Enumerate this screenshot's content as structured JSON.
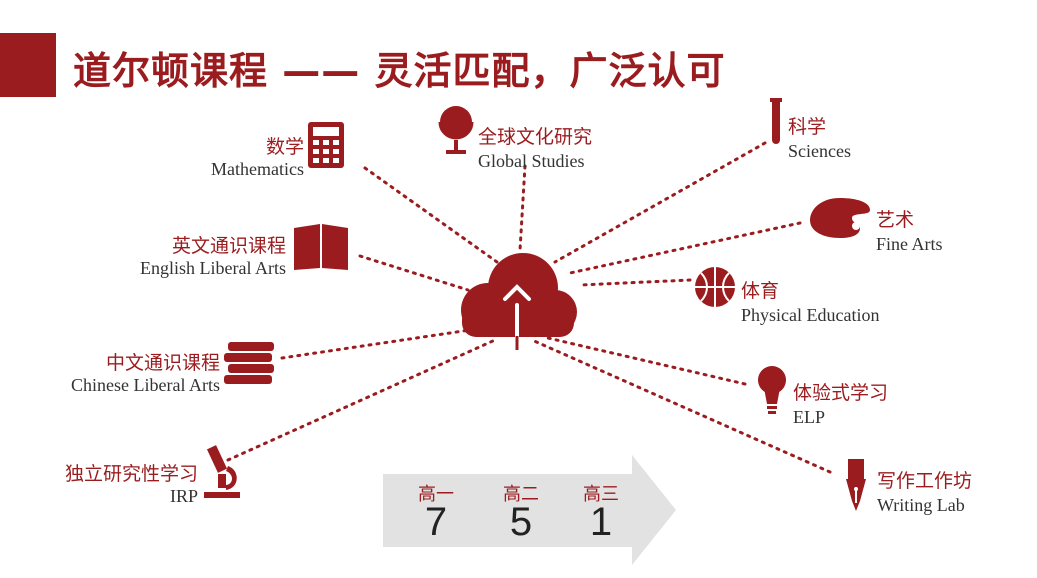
{
  "title": "道尔顿课程 —— 灵活匹配，广泛认可",
  "subjects": {
    "math": {
      "cn": "数学",
      "en": "Mathematics"
    },
    "global": {
      "cn": "全球文化研究",
      "en": "Global Studies"
    },
    "science": {
      "cn": "科学",
      "en": "Sciences"
    },
    "english": {
      "cn": "英文通识课程",
      "en": "English Liberal Arts"
    },
    "arts": {
      "cn": "艺术",
      "en": "Fine Arts"
    },
    "pe": {
      "cn": "体育",
      "en": "Physical Education"
    },
    "chinese": {
      "cn": "中文通识课程",
      "en": "Chinese Liberal Arts"
    },
    "elp": {
      "cn": "体验式学习",
      "en": "ELP"
    },
    "irp": {
      "cn": "独立研究性学习",
      "en": "IRP"
    },
    "writing": {
      "cn": "写作工作坊",
      "en": "Writing Lab"
    }
  },
  "grades": [
    {
      "label": "高一",
      "value": "7"
    },
    {
      "label": "高二",
      "value": "5"
    },
    {
      "label": "高三",
      "value": "1"
    }
  ],
  "colors": {
    "accent": "#9b1c1f",
    "arrow": "#e0e0e0"
  }
}
